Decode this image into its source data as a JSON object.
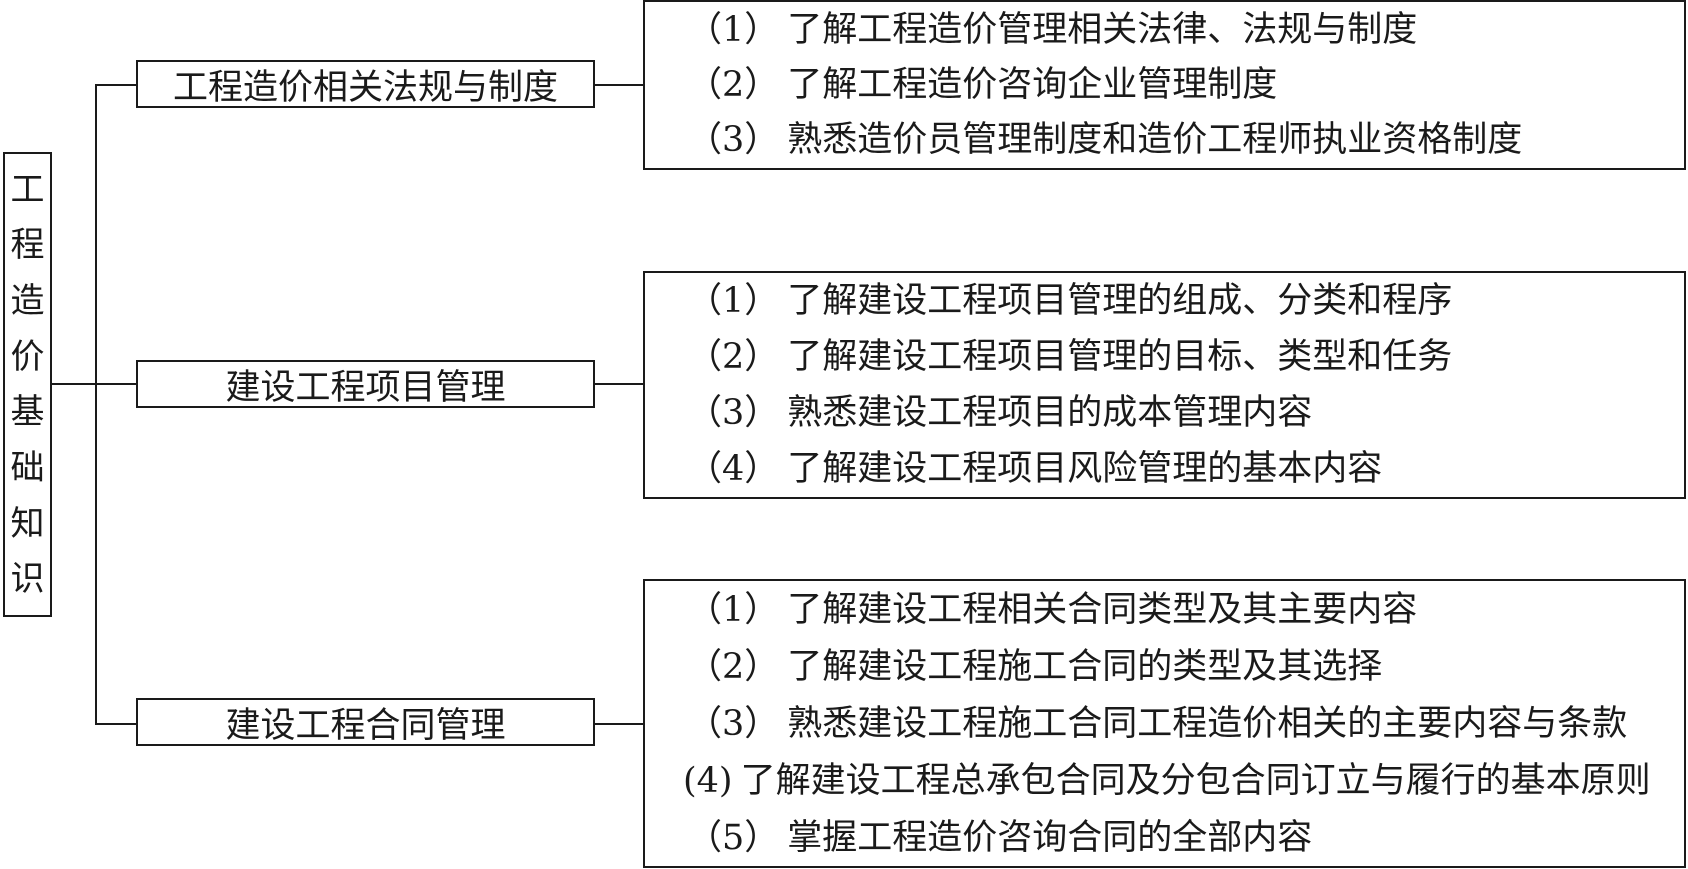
{
  "root": {
    "chars": [
      "工",
      "程",
      "造",
      "价",
      "基",
      "础",
      "知",
      "识"
    ]
  },
  "branches": [
    {
      "label": "工程造价相关法规与制度",
      "items": [
        {
          "num": "（1）",
          "text": "了解工程造价管理相关法律、法规与制度"
        },
        {
          "num": "（2）",
          "text": "了解工程造价咨询企业管理制度"
        },
        {
          "num": "（3）",
          "text": "熟悉造价员管理制度和造价工程师执业资格制度"
        }
      ]
    },
    {
      "label": "建设工程项目管理",
      "items": [
        {
          "num": "（1）",
          "text": "了解建设工程项目管理的组成、分类和程序"
        },
        {
          "num": "（2）",
          "text": "了解建设工程项目管理的目标、类型和任务"
        },
        {
          "num": "（3）",
          "text": "熟悉建设工程项目的成本管理内容"
        },
        {
          "num": "（4）",
          "text": "了解建设工程项目风险管理的基本内容"
        }
      ]
    },
    {
      "label": "建设工程合同管理",
      "items": [
        {
          "num": "（1）",
          "text": "了解建设工程相关合同类型及其主要内容"
        },
        {
          "num": "（2）",
          "text": "了解建设工程施工合同的类型及其选择"
        },
        {
          "num": "（3）",
          "text": "熟悉建设工程施工合同工程造价相关的主要内容与条款"
        },
        {
          "num": "(4)",
          "text": "了解建设工程总承包合同及分包合同订立与履行的基本原则"
        },
        {
          "num": "（5）",
          "text": "掌握工程造价咨询合同的全部内容"
        }
      ]
    }
  ]
}
